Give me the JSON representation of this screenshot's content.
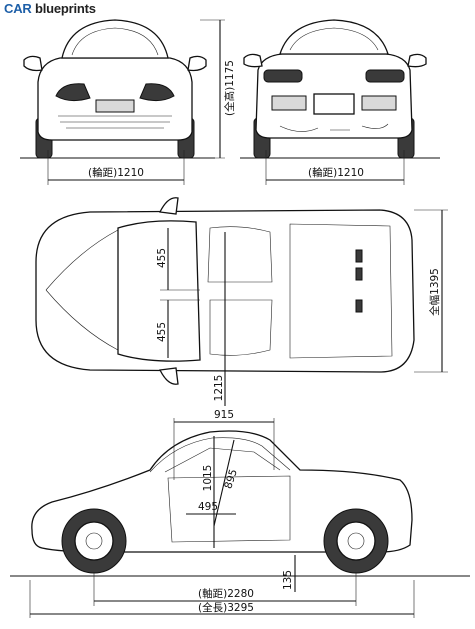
{
  "brand": {
    "part1": "CAR",
    "part2": "blueprints"
  },
  "front_view": {
    "track_label": "(輪距)1210",
    "height_label": "(全高)1175"
  },
  "rear_view": {
    "track_label": "(輪距)1210"
  },
  "top_view": {
    "seat_width_upper": "455",
    "seat_width_lower": "455",
    "width_label": "全幅1395",
    "seat_offset": "1215"
  },
  "side_view": {
    "cabin_length": "915",
    "cabin_height": "1015",
    "seat_height": "895",
    "seat_length": "495",
    "ground_clearance": "135",
    "wheelbase_label": "(軸距)2280",
    "length_label": "(全長)3295"
  }
}
